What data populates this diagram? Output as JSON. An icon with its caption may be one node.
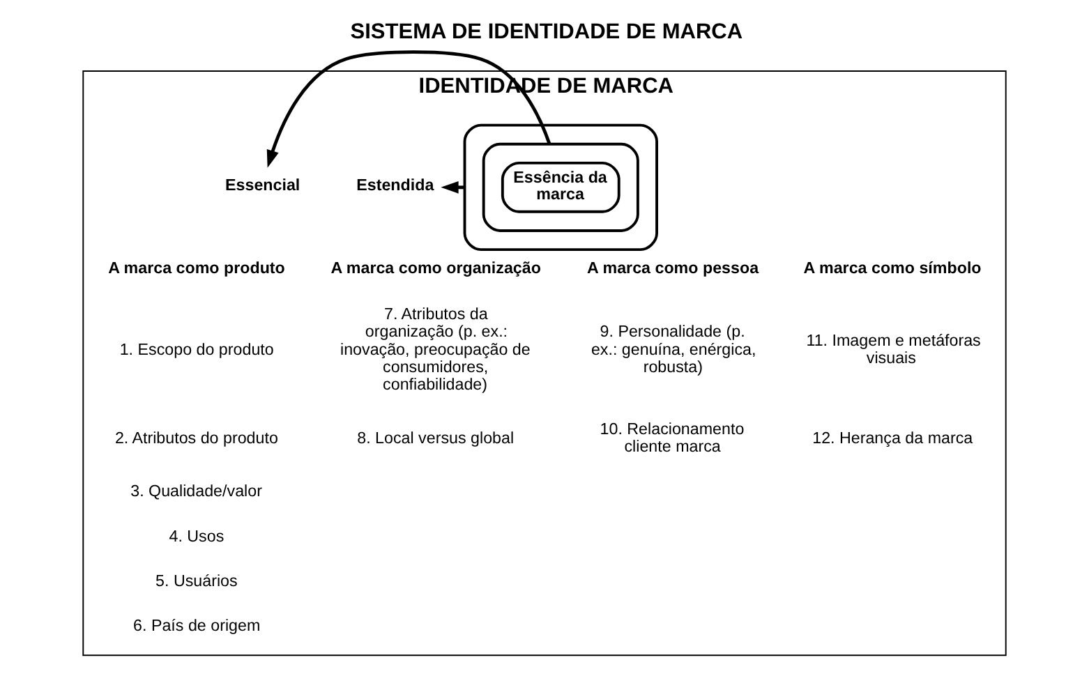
{
  "diagram": {
    "title": "SISTEMA DE IDENTIDADE DE MARCA",
    "nodes": [
      {
        "text": [
          "IDENTIDADE DE MARCA"
        ]
      },
      {
        "text": [],
        "shape": "box",
        "in": 0
      },
      {
        "text": [],
        "shape": "box",
        "in": 1
      },
      {
        "text": [
          "Essência da marca"
        ],
        "in": 2
      },
      {
        "text": [
          "Estendida"
        ],
        "in": 0
      },
      {
        "text": [
          "Essencial"
        ],
        "in": 0
      }
    ],
    "edges": [
      {
        "from": 1,
        "to": 4,
        "arrow": "to"
      },
      {
        "from": 2,
        "to": 5,
        "arrow": "to"
      }
    ],
    "labels": [
      "A marca como produto",
      "1. Escopo do produto",
      "2. Atributos do produto",
      "3. Qualidade/valor",
      "4. Usos",
      "5. Usuários",
      "6. País de origem",
      "A marca como organização",
      "7. Atributos da organização (p. ex.: inovação, preocupação de consumidores, confiabilidade)",
      "8. Local versus global",
      "A marca como pessoa",
      "9. Personalidade (p. ex.: genuína, enérgica, robusta)",
      "10. Relacionamento cliente marca",
      "A marca como símbolo",
      "11. Imagem e metáforas visuais",
      "12. Herança da marca"
    ]
  }
}
